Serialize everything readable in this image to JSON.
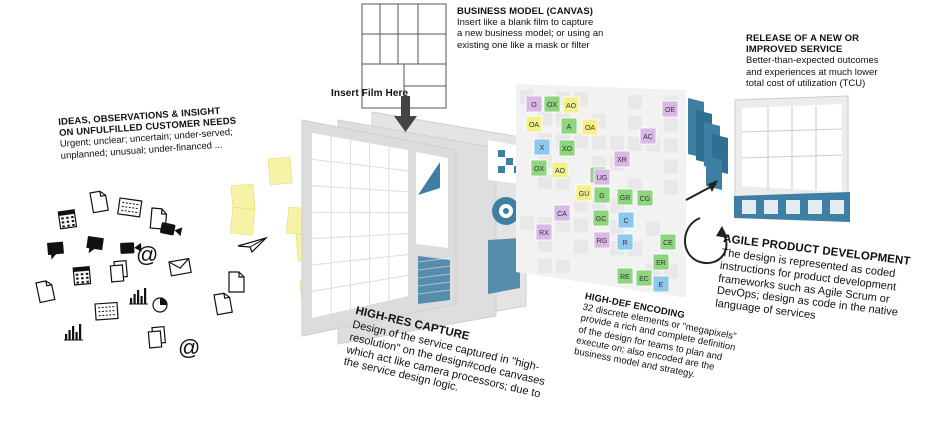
{
  "sections": {
    "ideas": {
      "heading_line1": "IDEAS, OBSERVATIONS & INSIGHT",
      "heading_line2": "ON UNFULFILLED CUSTOMER NEEDS",
      "body_line1": "Urgent; unclear; uncertain; under-served;",
      "body_line2": "unplanned; unusual; under-financed ..."
    },
    "business_model": {
      "heading": "BUSINESS MODEL (CANVAS)",
      "body_line1": "Insert like a blank film to capture",
      "body_line2": "a new business model; or using an",
      "body_line3": "existing one like a mask or filter"
    },
    "insert_film": {
      "label": "Insert Film Here"
    },
    "release": {
      "heading_line1": "RELEASE OF A NEW OR",
      "heading_line2": "IMPROVED SERVICE",
      "body_line1": "Better-than-expected outcomes",
      "body_line2": "and experiences at much lower",
      "body_line3": "total cost of utilization (TCU)"
    },
    "agile": {
      "heading": "AGILE PRODUCT DEVELOPMENT",
      "body_line1": "The design is represented as coded",
      "body_line2": "instructions for product development",
      "body_line3": "frameworks such as Agile Scrum or",
      "body_line4": "DevOps; design as code in the native",
      "body_line5": "language of services"
    },
    "high_def": {
      "heading": "HIGH-DEF ENCODING",
      "body_line1": "32 discrete elements or \"megapixels\"",
      "body_line2": "provide a rich and complete definition",
      "body_line3": "of the design for teams to plan and",
      "body_line4": "execute on; also encoded are the",
      "body_line5": "business model and strategy."
    },
    "high_res": {
      "heading": "HIGH-RES CAPTURE",
      "body_line1": "Design of the service captured in \"high-",
      "body_line2": "resolution\" on the design#code canvases",
      "body_line3": "which act like camera processors; due to",
      "body_line4": "the service design logic."
    }
  },
  "encoding_tiles": [
    "O",
    "OX",
    "AO",
    "OE",
    "OA",
    "A",
    "OA",
    "AC",
    "X",
    "XO",
    "XR",
    "OX",
    "AO",
    "U",
    "UG",
    "GU",
    "G",
    "GR",
    "CG",
    "CA",
    "GC",
    "C",
    "RX",
    "RG",
    "R",
    "CE",
    "ER",
    "RE",
    "EC",
    "E"
  ],
  "colors": {
    "tile_purple": "#d9b8e6",
    "tile_green": "#8fd47e",
    "tile_blue": "#8cc9ec",
    "tile_yellow": "#f2ef8c",
    "tile_grey": "#dcdcdc",
    "postit": "#f6f2a6",
    "teal": "#3e7fa3",
    "panel": "#dcdcdc"
  }
}
